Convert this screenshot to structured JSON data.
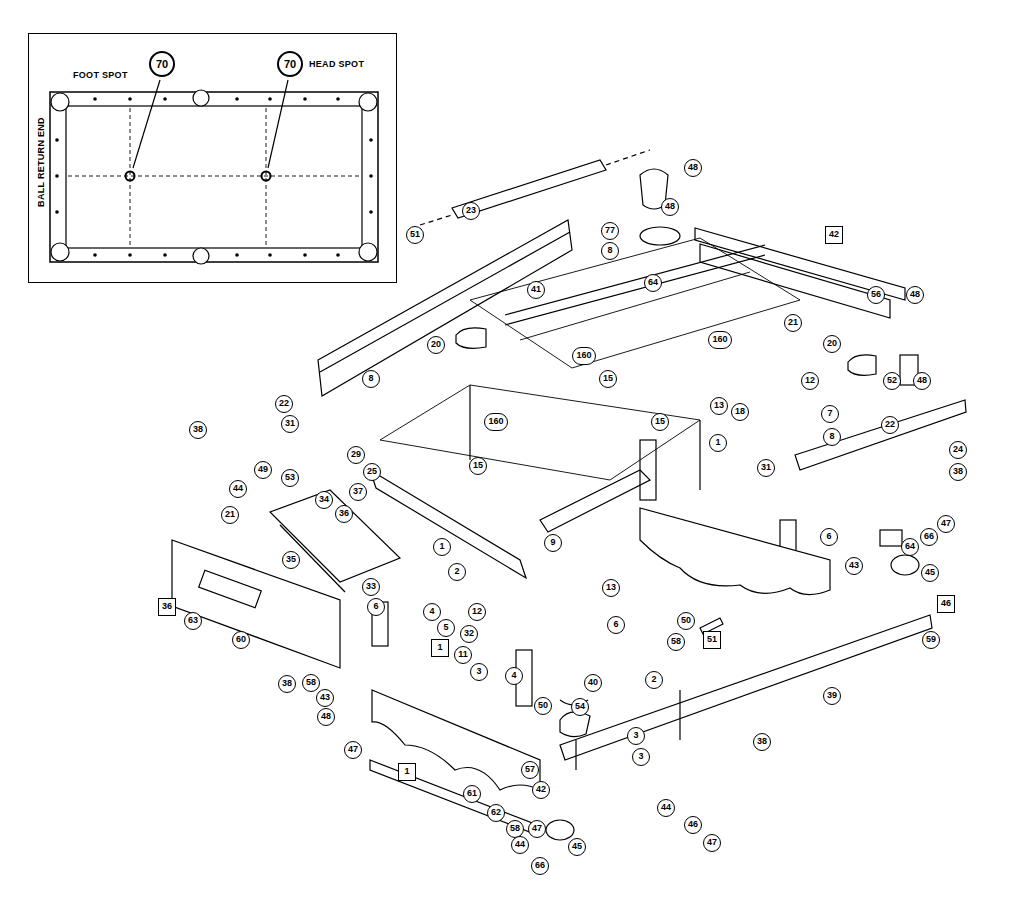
{
  "diagram": {
    "nodes": [
      {
        "text": [
          "FOOT SPOT",
          "HEAD SPOT",
          "BALL RETURN END"
        ]
      }
    ],
    "labels": [
      "70",
      "70",
      "48",
      "48",
      "23",
      "77",
      "8",
      "42",
      "51",
      "64",
      "41",
      "56",
      "48",
      "21",
      "20",
      "160",
      "160",
      "20",
      "8",
      "15",
      "12",
      "52",
      "48",
      "22",
      "31",
      "13",
      "18",
      "7",
      "160",
      "15",
      "1",
      "8",
      "22",
      "24",
      "38",
      "38",
      "29",
      "25",
      "15",
      "31",
      "49",
      "53",
      "44",
      "34",
      "36",
      "37",
      "21",
      "1",
      "9",
      "6",
      "47",
      "64",
      "66",
      "45",
      "43",
      "35",
      "2",
      "33",
      "6",
      "13",
      "6",
      "46",
      "59",
      "36",
      "63",
      "60",
      "4",
      "5",
      "12",
      "32",
      "11",
      "1",
      "50",
      "58",
      "51",
      "3",
      "4",
      "40",
      "2",
      "38",
      "58",
      "43",
      "48",
      "47",
      "50",
      "54",
      "39",
      "38",
      "3",
      "3",
      "1",
      "57",
      "42",
      "61",
      "62",
      "58",
      "47",
      "44",
      "44",
      "45",
      "46",
      "47",
      "66"
    ]
  }
}
